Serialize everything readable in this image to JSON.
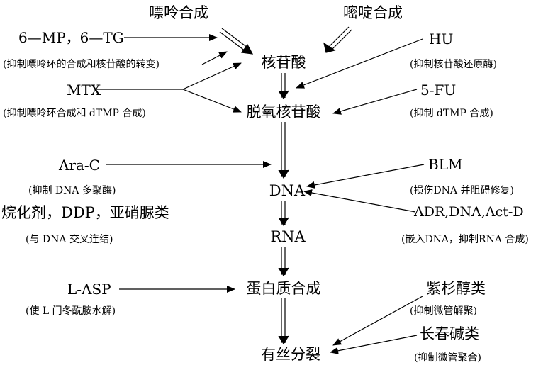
{
  "diagram": {
    "pathway": {
      "nucleotide": "核苷酸",
      "deoxynucleotide": "脱氧核苷酸",
      "dna": "DNA",
      "rna": "RNA",
      "protein": "蛋白质合成",
      "mitosis": "有丝分裂"
    },
    "sources": {
      "purine": "嘌呤合成",
      "pyrimidine": "嘧啶合成"
    },
    "drugs": {
      "mp_tg": {
        "name": "6—MP，6—TG",
        "note": "(抑制嘌呤环的合成和核苷酸的转变)"
      },
      "mtx": {
        "name": "MTX",
        "note": "(抑制嘌呤环合成和 dTMP 合成)"
      },
      "ara_c": {
        "name": "Ara-C",
        "note": "(抑制 DNA 多聚酶)"
      },
      "alkylating": {
        "name": "烷化剂，DDP，亚硝脲类",
        "note": "(与 DNA 交叉连结)"
      },
      "l_asp": {
        "name": "L-ASP",
        "note": "(使 L 门冬酰胺水解)"
      },
      "hu": {
        "name": "HU",
        "note": "(抑制核苷酸还原酶)"
      },
      "fu": {
        "name": "5-FU",
        "note": "(抑制 dTMP 合成)"
      },
      "blm": {
        "name": "BLM",
        "note": "(损伤DNA 并阻碍修复)"
      },
      "adr": {
        "name": "ADR,DNA,Act-D",
        "note": "(嵌入DNA，抑制RNA 合成)"
      },
      "taxanes": {
        "name": "紫杉醇类",
        "note": "(抑制微管解聚)"
      },
      "vinca": {
        "name": "长春碱类",
        "note": "(抑制微管聚合)"
      }
    }
  }
}
